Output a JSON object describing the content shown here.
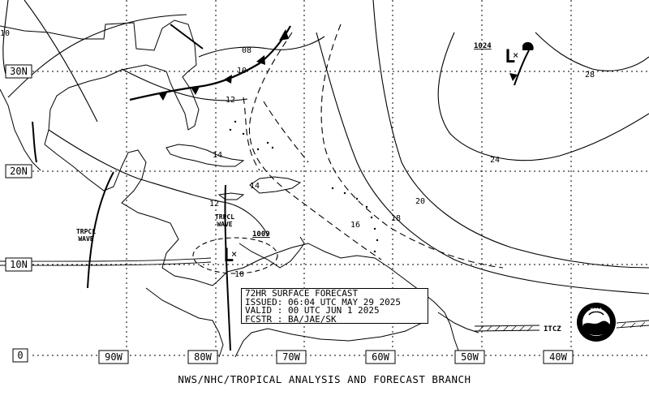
{
  "map": {
    "lat_labels": [
      "30N",
      "20N",
      "10N",
      "0"
    ],
    "lon_labels": [
      "90W",
      "80W",
      "70W",
      "60W",
      "50W",
      "40W"
    ],
    "isobar_labels": [
      "08",
      "10",
      "12",
      "14",
      "14",
      "12",
      "10",
      "16",
      "18",
      "20",
      "24",
      "28",
      "10"
    ],
    "pressure_centers": [
      {
        "symbol": "L",
        "value": "1024"
      },
      {
        "symbol": "L",
        "value": "1009"
      }
    ],
    "wave_labels": [
      "TRPCL\nWAVE",
      "TRPCL\nWAVE"
    ],
    "itcz_label": "ITCZ",
    "logo_text": "NOAA"
  },
  "info_box": {
    "line1": "72HR SURFACE FORECAST",
    "line2": "ISSUED: 06:04 UTC MAY 29 2025",
    "line3": "VALID : 00 UTC JUN 1 2025",
    "line4": "FCSTR : BA/JAE/SK"
  },
  "footer": "NWS/NHC/TROPICAL ANALYSIS AND FORECAST BRANCH",
  "colors": {
    "ink": "#000000",
    "background": "#ffffff"
  }
}
